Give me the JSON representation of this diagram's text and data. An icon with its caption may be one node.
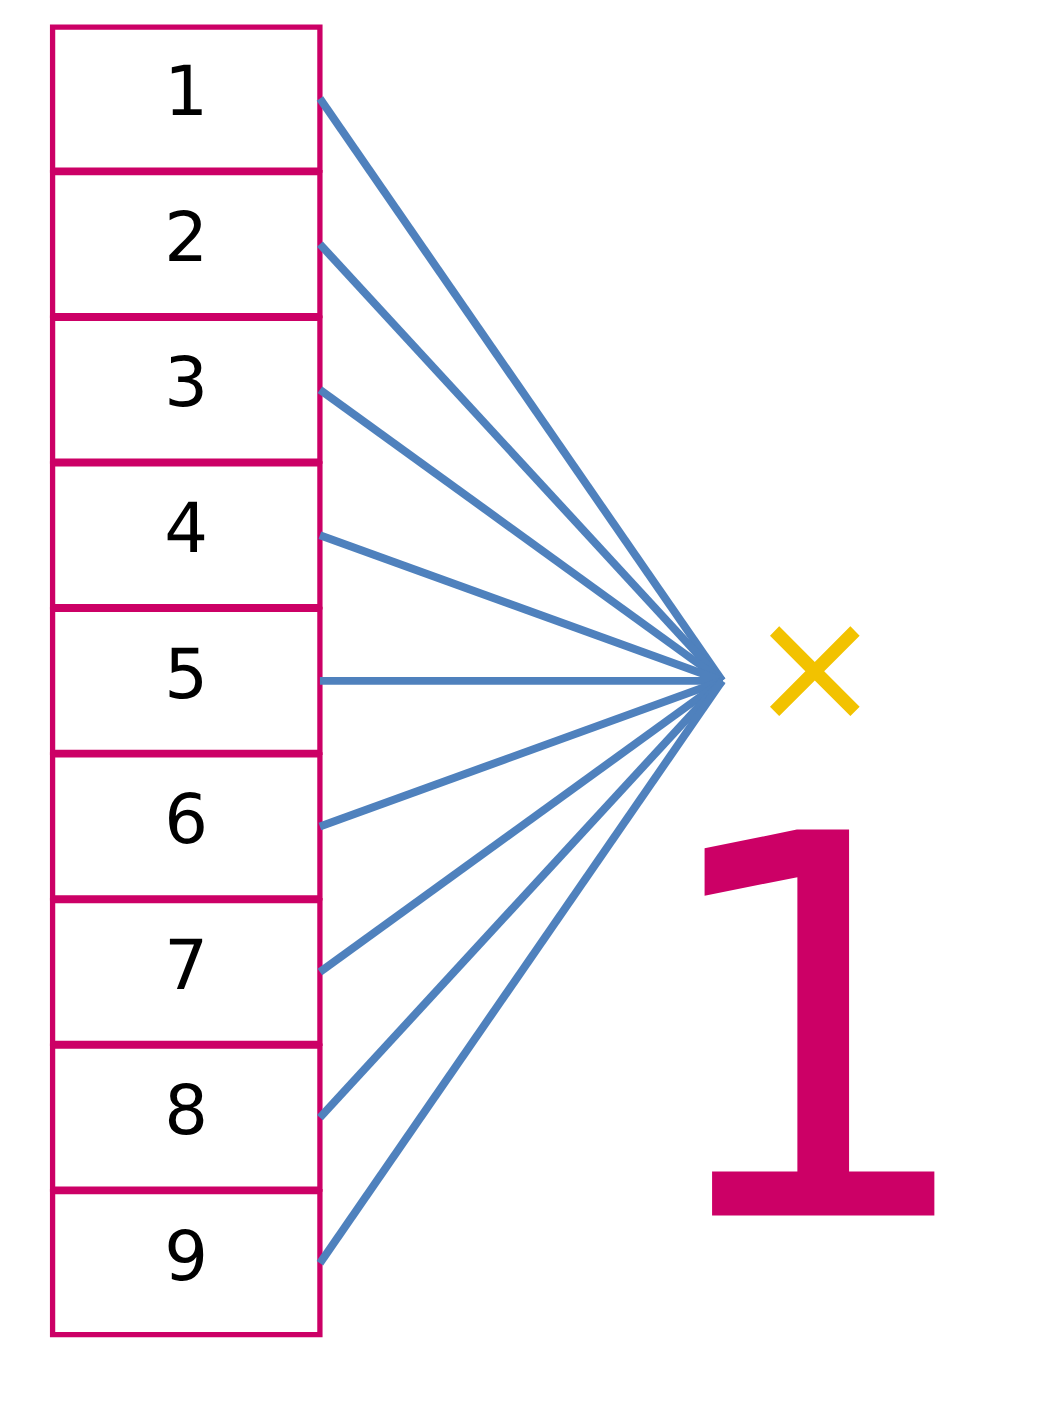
{
  "diagram": {
    "nodes": [
      {
        "text": [
          "1"
        ]
      },
      {
        "text": [
          "2"
        ]
      },
      {
        "text": [
          "3"
        ]
      },
      {
        "text": [
          "4"
        ]
      },
      {
        "text": [
          "5"
        ]
      },
      {
        "text": [
          "6"
        ]
      },
      {
        "text": [
          "7"
        ]
      },
      {
        "text": [
          "8"
        ]
      },
      {
        "text": [
          "9"
        ]
      },
      {
        "text": [
          "×"
        ]
      }
    ],
    "edges": [
      {
        "from": 0,
        "to": 9,
        "arrow": "none"
      },
      {
        "from": 1,
        "to": 9,
        "arrow": "none"
      },
      {
        "from": 2,
        "to": 9,
        "arrow": "none"
      },
      {
        "from": 3,
        "to": 9,
        "arrow": "none"
      },
      {
        "from": 4,
        "to": 9,
        "arrow": "none"
      },
      {
        "from": 5,
        "to": 9,
        "arrow": "none"
      },
      {
        "from": 6,
        "to": 9,
        "arrow": "none"
      },
      {
        "from": 7,
        "to": 9,
        "arrow": "none"
      },
      {
        "from": 8,
        "to": 9,
        "arrow": "none"
      }
    ],
    "labels": [
      "1"
    ]
  }
}
